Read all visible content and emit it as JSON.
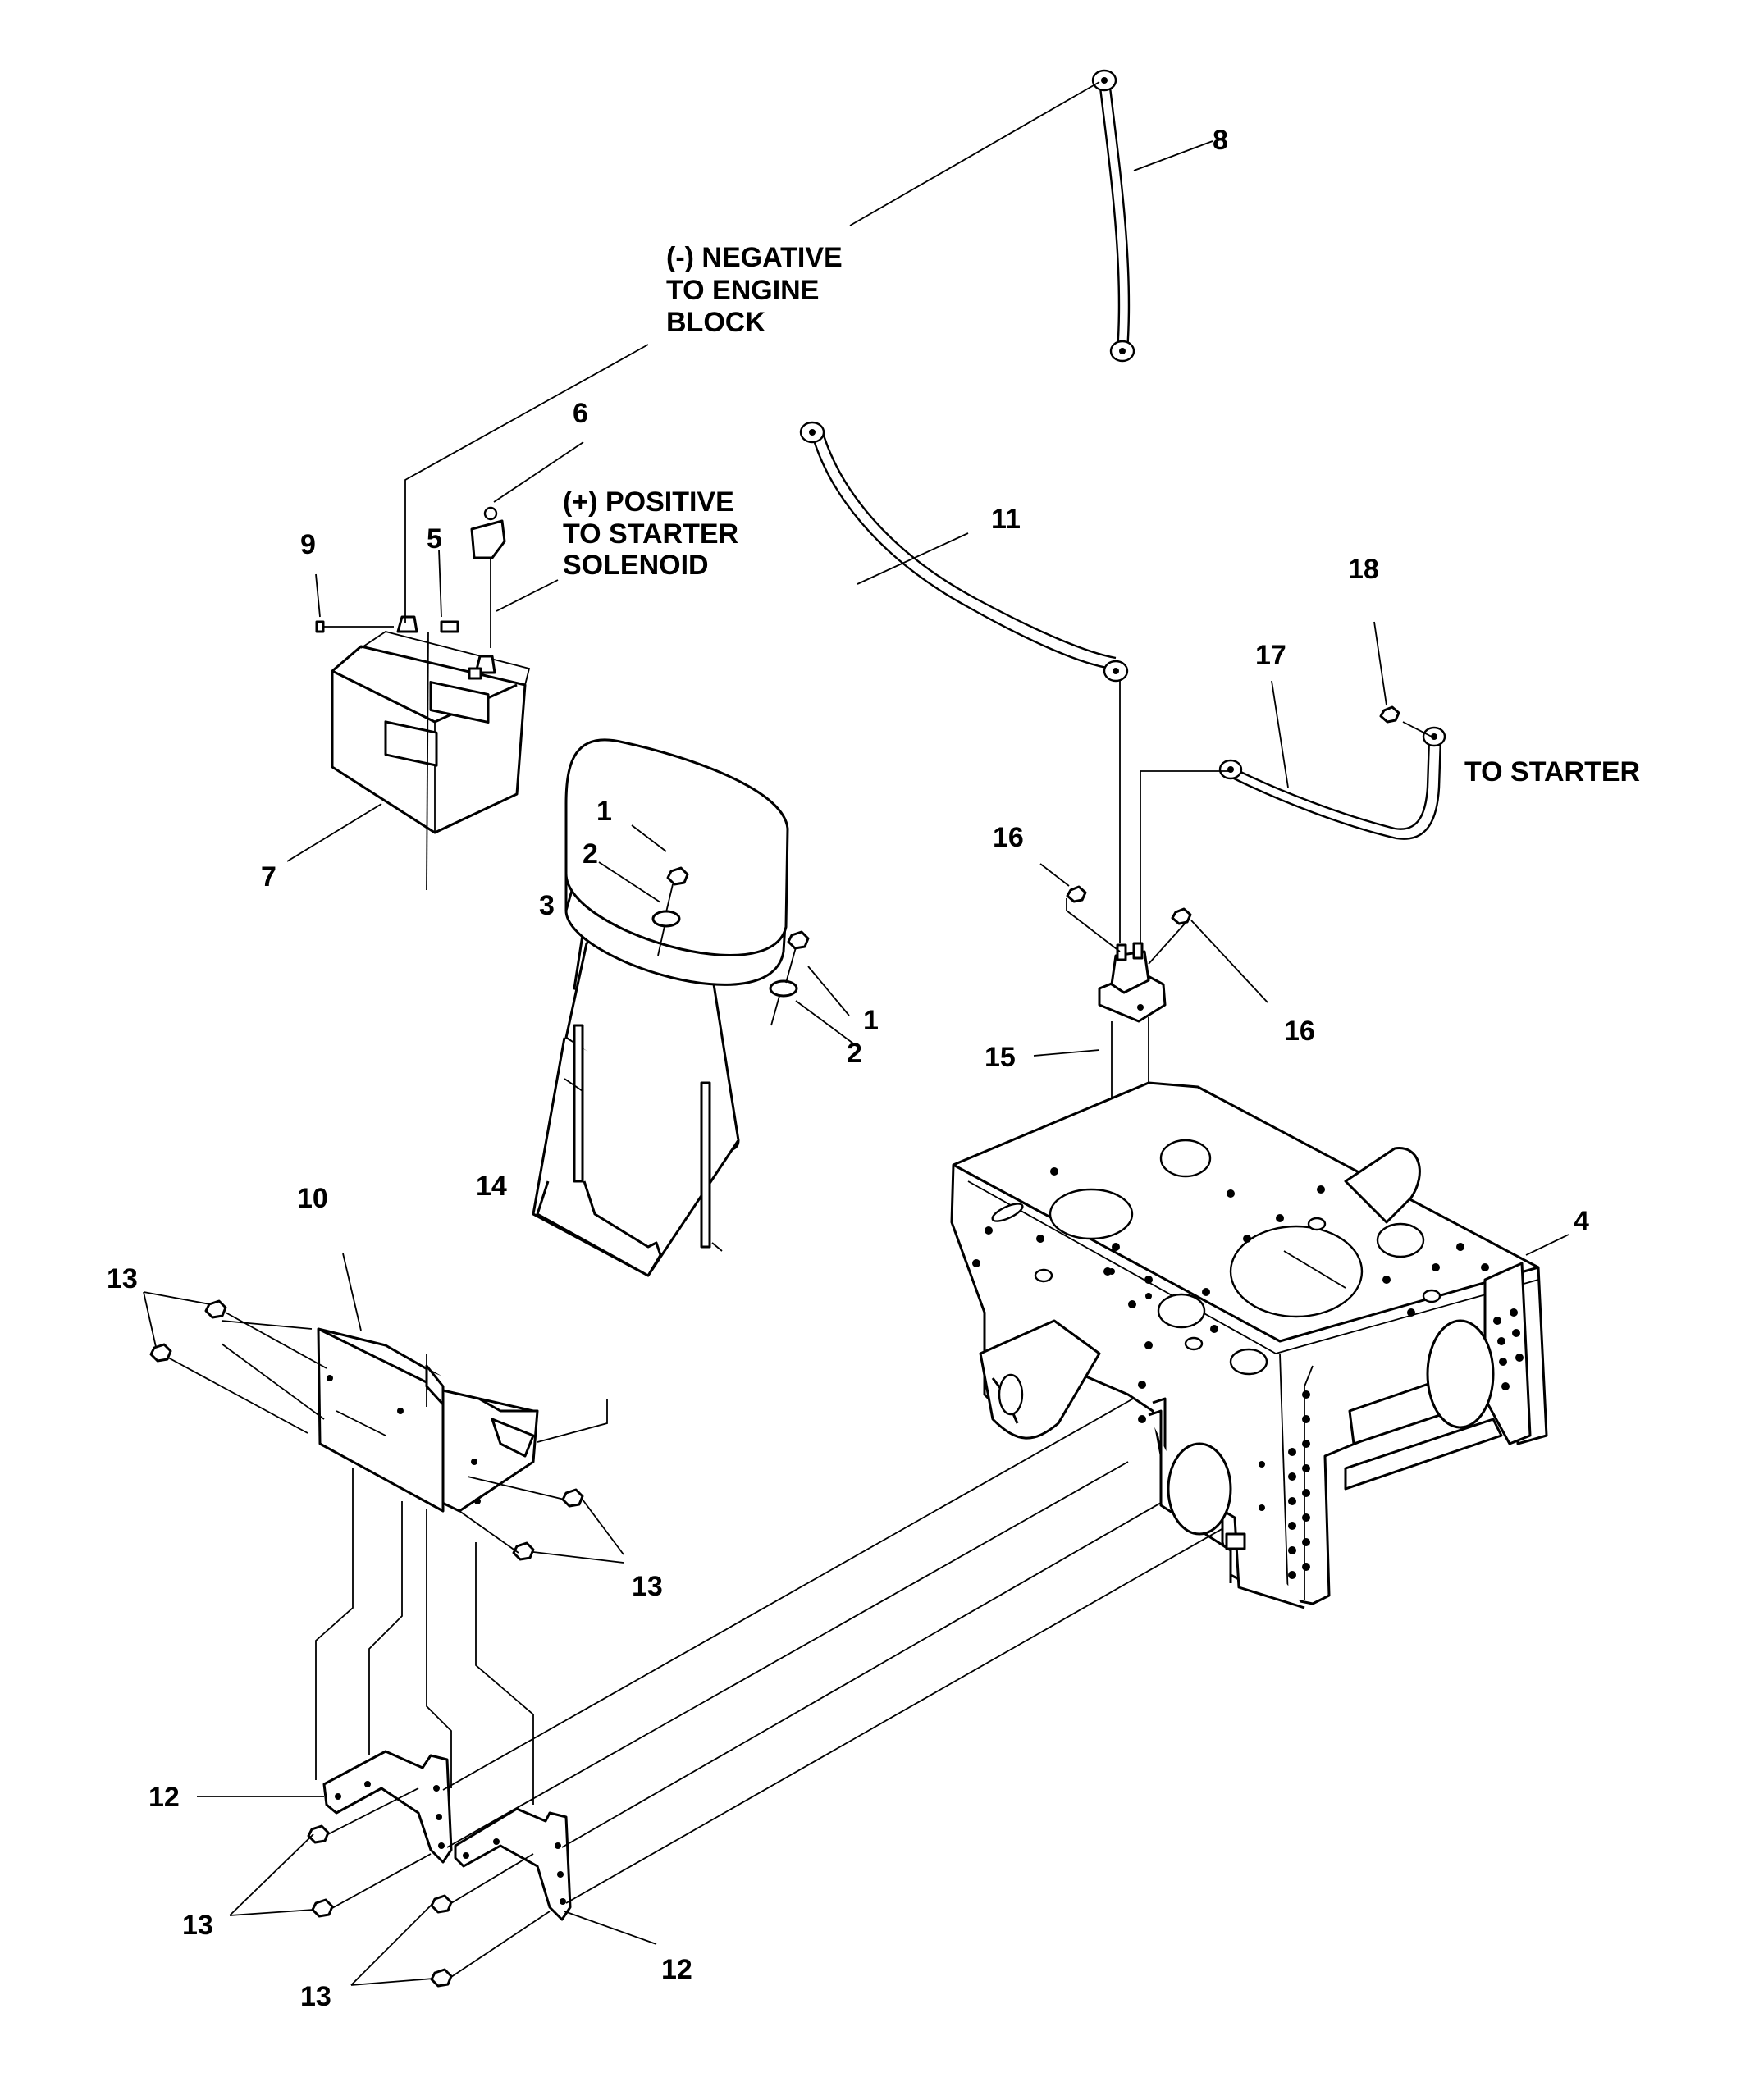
{
  "callouts": {
    "c1a": "1",
    "c1b": "1",
    "c2a": "2",
    "c2b": "2",
    "c3": "3",
    "c4": "4",
    "c5": "5",
    "c6": "6",
    "c7": "7",
    "c8": "8",
    "c9": "9",
    "c10": "10",
    "c11": "11",
    "c12a": "12",
    "c12b": "12",
    "c13a": "13",
    "c13b": "13",
    "c13c": "13",
    "c13d": "13",
    "c14": "14",
    "c15": "15",
    "c16a": "16",
    "c16b": "16",
    "c17": "17",
    "c18": "18"
  },
  "notes": {
    "negative": [
      "(-) NEGATIVE",
      "TO ENGINE",
      "BLOCK"
    ],
    "positive": [
      "(+) POSITIVE",
      "TO STARTER",
      "SOLENOID"
    ],
    "to_starter": "TO STARTER"
  }
}
